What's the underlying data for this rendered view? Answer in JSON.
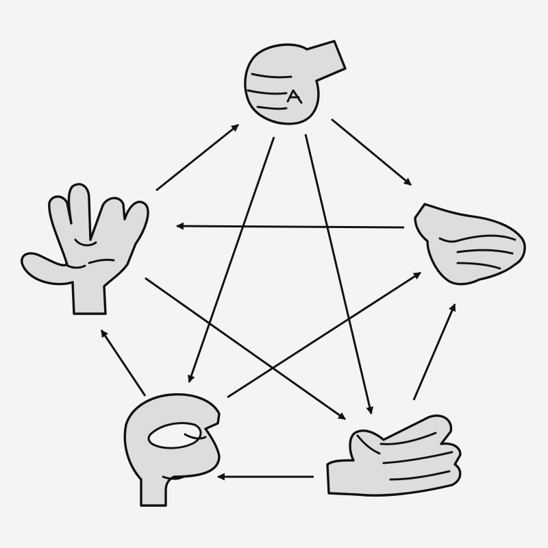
{
  "diagram": {
    "type": "directed-cycle",
    "background_color": "#f4f4f4",
    "hand_fill_color": "#dddddd",
    "line_color": "#111111",
    "nodes": [
      {
        "id": "rock",
        "icon": "fist-icon"
      },
      {
        "id": "lizard",
        "icon": "open-palm-sideways-icon"
      },
      {
        "id": "spock",
        "icon": "vulcan-salute-icon"
      },
      {
        "id": "paper",
        "icon": "open-hand-icon"
      },
      {
        "id": "scissors",
        "icon": "scissors-fingers-icon"
      }
    ],
    "edges": [
      {
        "from": "rock",
        "to": "lizard"
      },
      {
        "from": "rock",
        "to": "scissors"
      },
      {
        "from": "lizard",
        "to": "spock"
      },
      {
        "from": "lizard",
        "to": "paper"
      },
      {
        "from": "spock",
        "to": "rock"
      },
      {
        "from": "spock",
        "to": "scissors"
      },
      {
        "from": "paper",
        "to": "rock"
      },
      {
        "from": "paper",
        "to": "spock"
      },
      {
        "from": "scissors",
        "to": "paper"
      },
      {
        "from": "scissors",
        "to": "lizard"
      }
    ]
  }
}
